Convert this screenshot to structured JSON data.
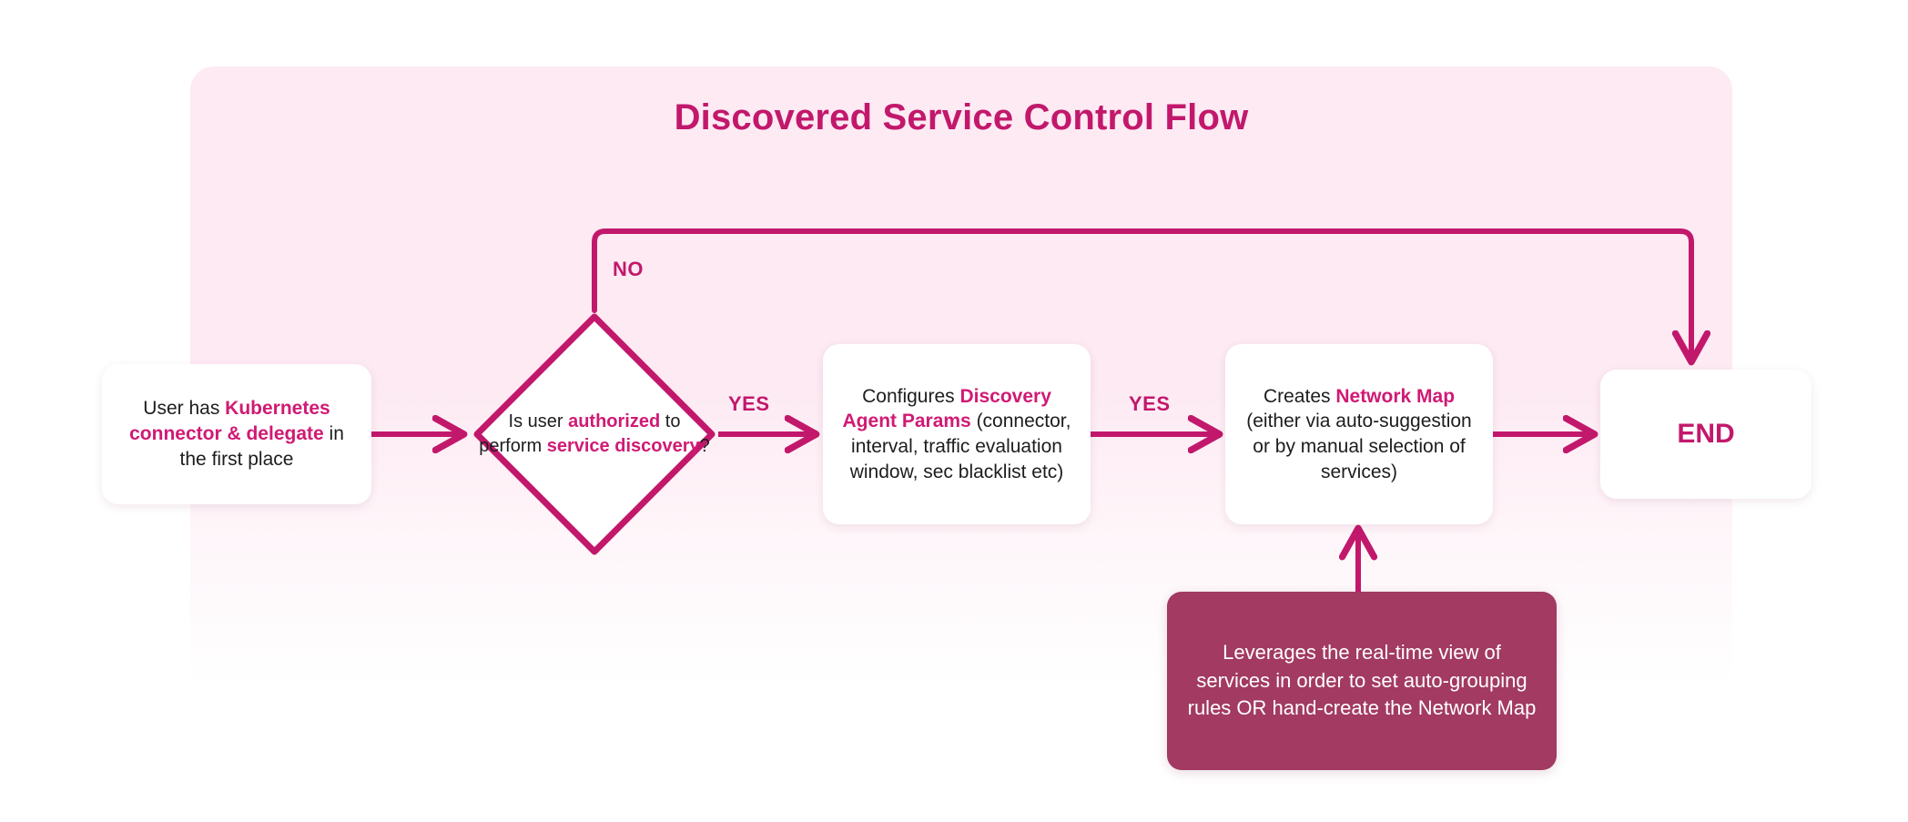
{
  "diagram": {
    "title": "Discovered Service Control Flow",
    "accent_color": "#c2186c",
    "panel_color": "#fdeaf3",
    "callout_color": "#a23a61",
    "nodes": {
      "start": {
        "name": "start-box",
        "shape": "rounded-rect",
        "text_parts": [
          {
            "text": "User has ",
            "emphasis": false
          },
          {
            "text": "Kubernetes connector & delegate",
            "emphasis": true
          },
          {
            "text": " in the first place",
            "emphasis": false
          }
        ],
        "plain_text": "User has Kubernetes connector & delegate in the first place"
      },
      "decision": {
        "name": "decision-diamond",
        "shape": "diamond",
        "text_parts": [
          {
            "text": "Is user ",
            "emphasis": false
          },
          {
            "text": "authorized",
            "emphasis": true
          },
          {
            "text": " to perform ",
            "emphasis": false
          },
          {
            "text": "service discovery",
            "emphasis": true
          },
          {
            "text": "?",
            "emphasis": false
          }
        ],
        "plain_text": "Is user authorized to perform service discovery?"
      },
      "params": {
        "name": "discovery-agent-params-box",
        "shape": "rounded-rect",
        "text_parts": [
          {
            "text": "Configures ",
            "emphasis": false
          },
          {
            "text": "Discovery Agent Params",
            "emphasis": true
          },
          {
            "text": " (connector, interval, traffic evaluation window, sec blacklist etc)",
            "emphasis": false
          }
        ],
        "plain_text": "Configures Discovery Agent Params (connector, interval, traffic evaluation window, sec blacklist etc)"
      },
      "netmap": {
        "name": "network-map-box",
        "shape": "rounded-rect",
        "text_parts": [
          {
            "text": "Creates ",
            "emphasis": false
          },
          {
            "text": "Network Map",
            "emphasis": true
          },
          {
            "text": " (either via auto-suggestion or by manual selection of services)",
            "emphasis": false
          }
        ],
        "plain_text": "Creates Network Map (either via auto-suggestion or by manual selection of services)"
      },
      "end": {
        "name": "end-box",
        "shape": "rounded-rect",
        "label": "END"
      },
      "callout": {
        "name": "callout-box",
        "shape": "rounded-rect-dark",
        "text": "Leverages the real-time view of services in order to set auto-grouping rules OR hand-create the Network Map"
      }
    },
    "edges": [
      {
        "from": "start",
        "to": "decision",
        "label": "",
        "direction": "right"
      },
      {
        "from": "decision",
        "to": "params",
        "label": "YES",
        "direction": "right"
      },
      {
        "from": "params",
        "to": "netmap",
        "label": "YES",
        "direction": "right"
      },
      {
        "from": "netmap",
        "to": "end",
        "label": "",
        "direction": "right"
      },
      {
        "from": "decision",
        "to": "end",
        "label": "NO",
        "direction": "up-over-down"
      },
      {
        "from": "callout",
        "to": "netmap",
        "label": "",
        "direction": "up"
      }
    ],
    "labels": {
      "no": "NO",
      "yes_1": "YES",
      "yes_2": "YES"
    }
  }
}
